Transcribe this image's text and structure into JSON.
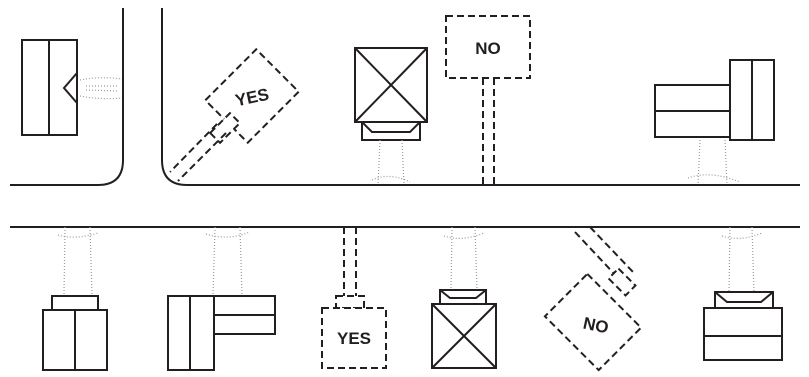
{
  "signs": {
    "yes_upper": "YES",
    "no_upper": "NO",
    "yes_lower": "YES",
    "no_lower": "NO"
  }
}
